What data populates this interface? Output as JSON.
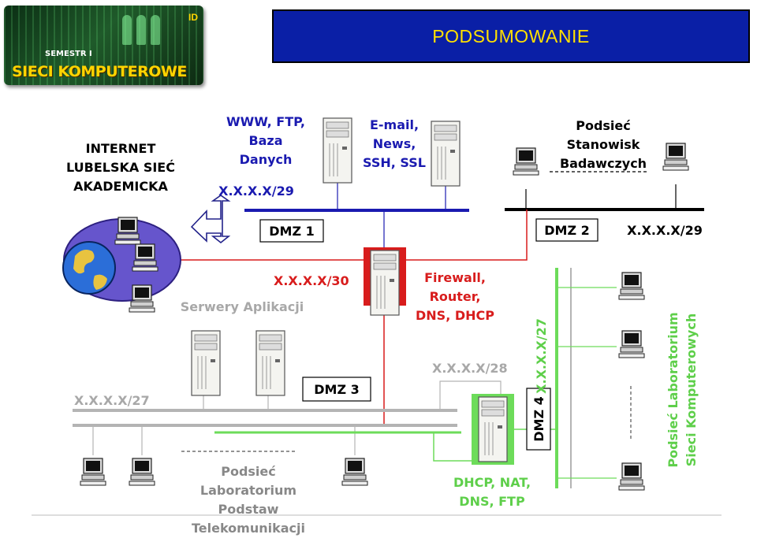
{
  "header": {
    "logo_id": "ID",
    "logo_semester": "SEMESTR I",
    "logo_title": "SIECI KOMPUTEROWE",
    "banner_title": "PODSUMOWANIE"
  },
  "diagram": {
    "internet": [
      "INTERNET",
      "LUBELSKA SIEĆ",
      "AKADEMICKA"
    ],
    "dmz1_services": [
      "WWW, FTP,",
      "Baza",
      "Danych"
    ],
    "dmz1_services2": [
      "E-mail,",
      "News,",
      "SSH, SSL"
    ],
    "dmz1_subnet": "X.X.X.X/29",
    "dmz1_label": "DMZ 1",
    "research_subnet_title": [
      "Podsieć",
      "Stanowisk",
      "Badawczych"
    ],
    "dmz2_label": "DMZ 2",
    "dmz2_subnet": "X.X.X.X/29",
    "firewall_subnet": "X.X.X.X/30",
    "firewall_services": [
      "Firewall,",
      "Router,",
      "DNS, DHCP"
    ],
    "app_servers_title": "Serwery Aplikacji",
    "dmz3_label": "DMZ 3",
    "dmz3_subnet": "X.X.X.X/27",
    "dmz4_subnet": "X.X.X.X/28",
    "dmz4_label": "DMZ 4",
    "lab_subnet": "X.X.X.X/27",
    "lab_title": [
      "Podsieć Laboratorium",
      "Sieci Komputerowych"
    ],
    "dmz4_services": [
      "DHCP, NAT,",
      "DNS, FTP"
    ],
    "telecom_title": [
      "Podsieć",
      "Laboratorium",
      "Podstaw",
      "Telekomunikacji"
    ]
  },
  "colors": {
    "blue_net": "#1a1ab0",
    "red_net": "#d81c1c",
    "black_net": "#000000",
    "gray_net": "#b4b4b4",
    "green_net": "#6ddc5a",
    "banner_bg": "#0a1fa6",
    "banner_text": "#ffe000"
  }
}
